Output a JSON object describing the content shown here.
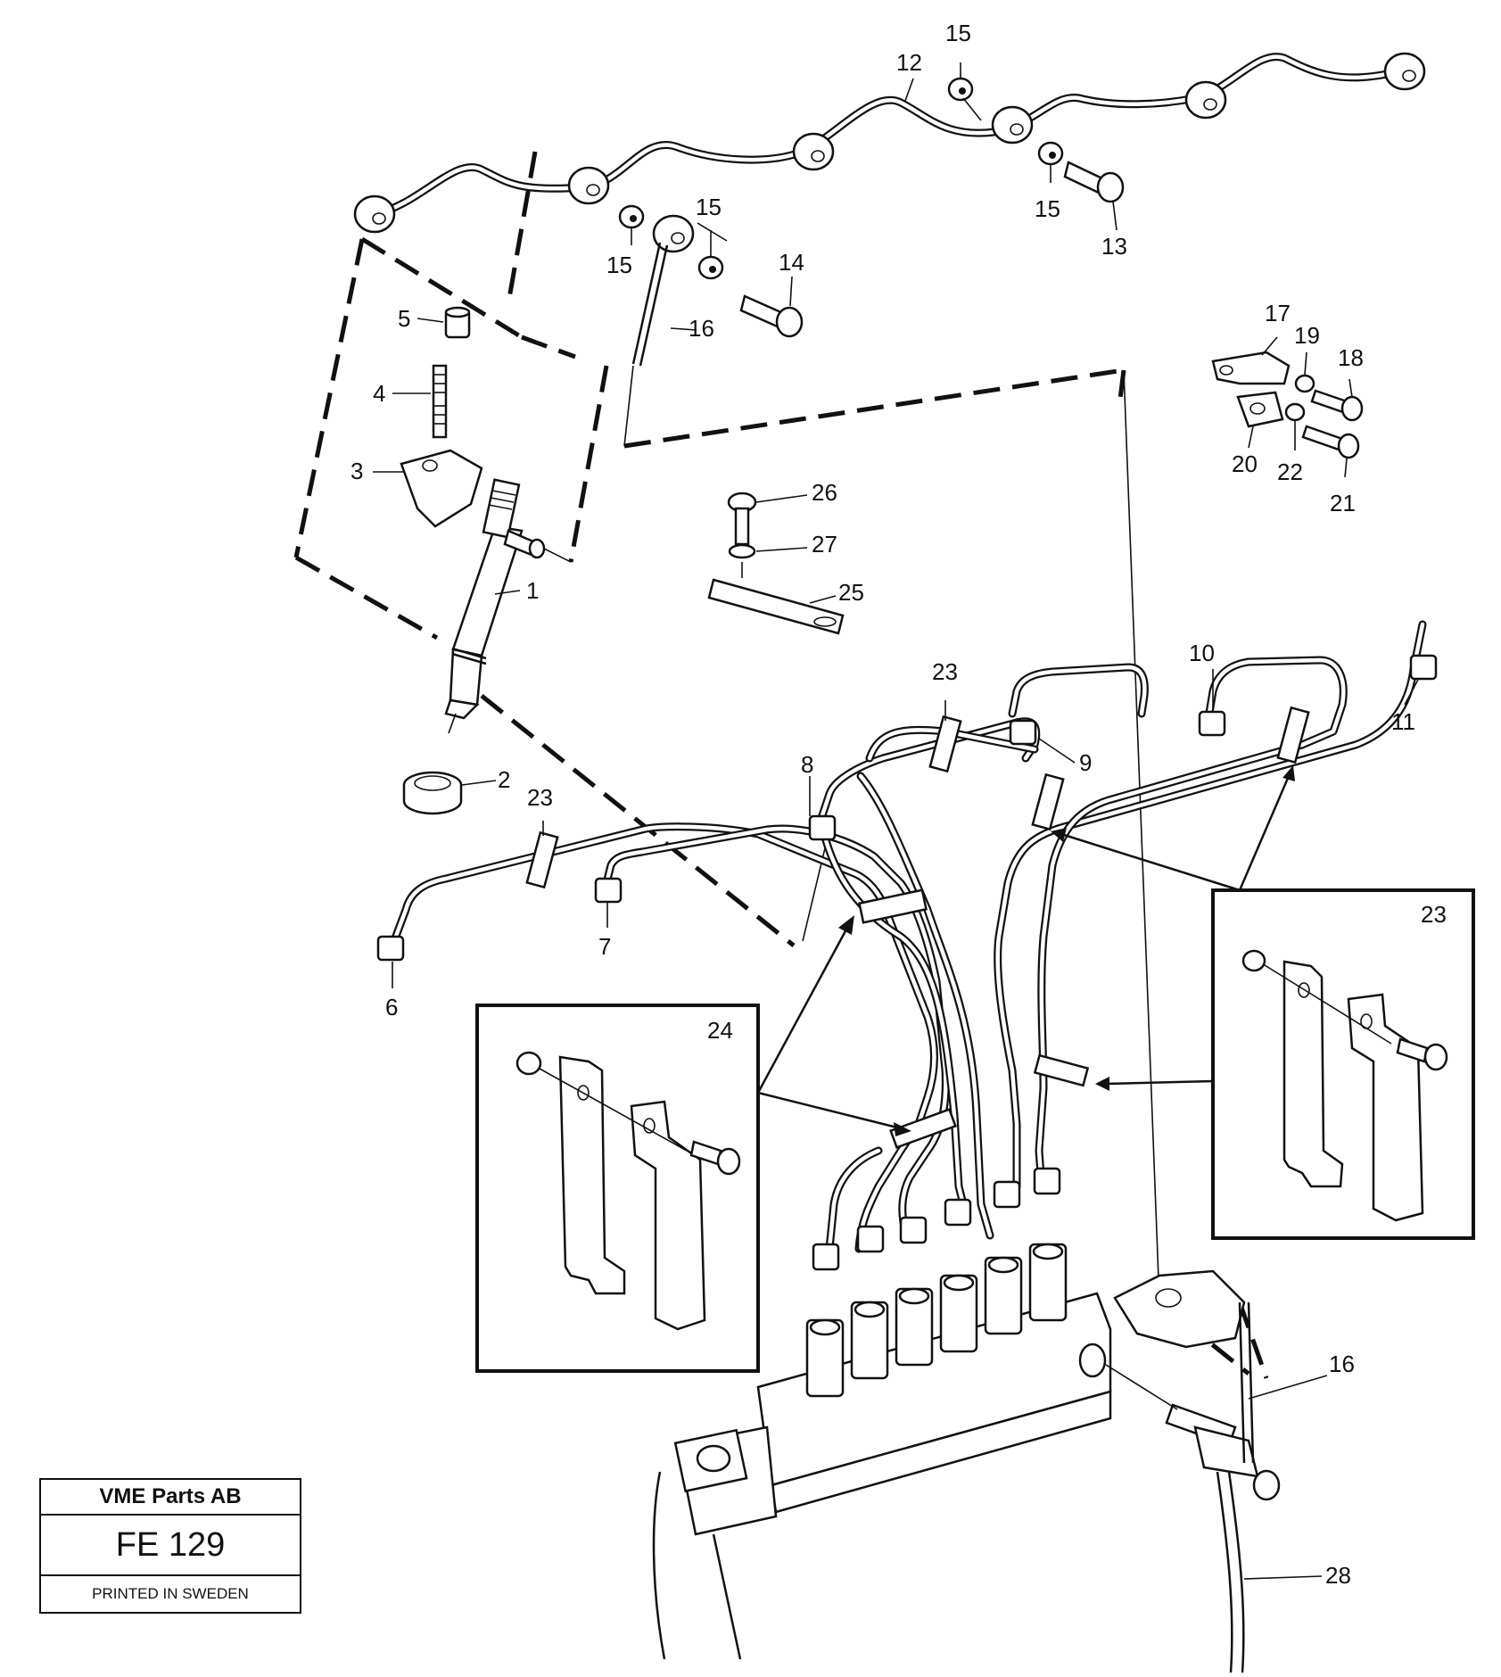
{
  "labels": {
    "l1": "1",
    "l2": "2",
    "l3": "3",
    "l4": "4",
    "l5": "5",
    "l6": "6",
    "l7": "7",
    "l8": "8",
    "l9": "9",
    "l10": "10",
    "l11": "11",
    "l12": "12",
    "l13": "13",
    "l14": "14",
    "l15a": "15",
    "l15b": "15",
    "l15c": "15",
    "l15d": "15",
    "l16a": "16",
    "l16b": "16",
    "l17": "17",
    "l18": "18",
    "l19": "19",
    "l20": "20",
    "l21": "21",
    "l22": "22",
    "l23a": "23",
    "l23b": "23",
    "l23c": "23",
    "l24": "24",
    "l25": "25",
    "l26": "26",
    "l27": "27",
    "l28": "28"
  },
  "plate": {
    "company": "VME Parts AB",
    "code": "FE 129",
    "printed": "PRINTED IN SWEDEN"
  }
}
